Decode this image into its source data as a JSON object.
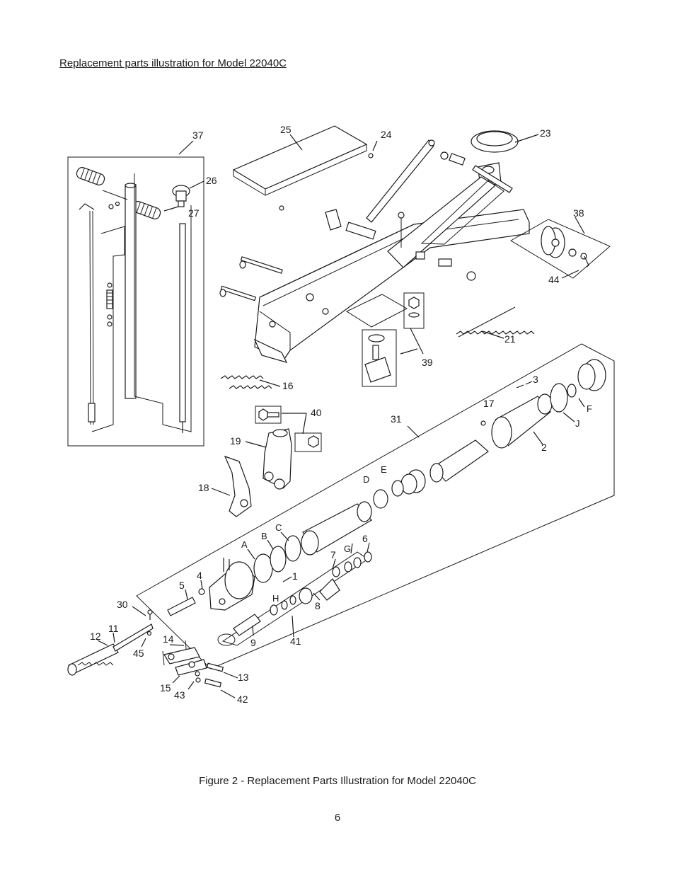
{
  "heading": "Replacement parts illustration for Model 22040C",
  "caption": "Figure 2 - Replacement Parts Illustration for Model 22040C",
  "page_number": "6",
  "callouts": {
    "c37": "37",
    "c25": "25",
    "c24": "24",
    "c23": "23",
    "c26": "26",
    "c27": "27",
    "c38": "38",
    "c44": "44",
    "c21": "21",
    "c39": "39",
    "c16": "16",
    "c40": "40",
    "c19": "19",
    "c18": "18",
    "c31": "31",
    "c17": "17",
    "c3": "3",
    "c2": "2",
    "cF": "F",
    "cJ": "J",
    "cD": "D",
    "cE": "E",
    "cA": "A",
    "cB": "B",
    "cC": "C",
    "c6": "6",
    "cG": "G",
    "c7": "7",
    "c4": "4",
    "c1": "1",
    "c5": "5",
    "c30": "30",
    "cH": "H",
    "c8": "8",
    "c9": "9",
    "c41": "41",
    "c11": "11",
    "c12": "12",
    "c45": "45",
    "c14": "14",
    "c13": "13",
    "c15": "15",
    "c43": "43",
    "c42": "42"
  }
}
